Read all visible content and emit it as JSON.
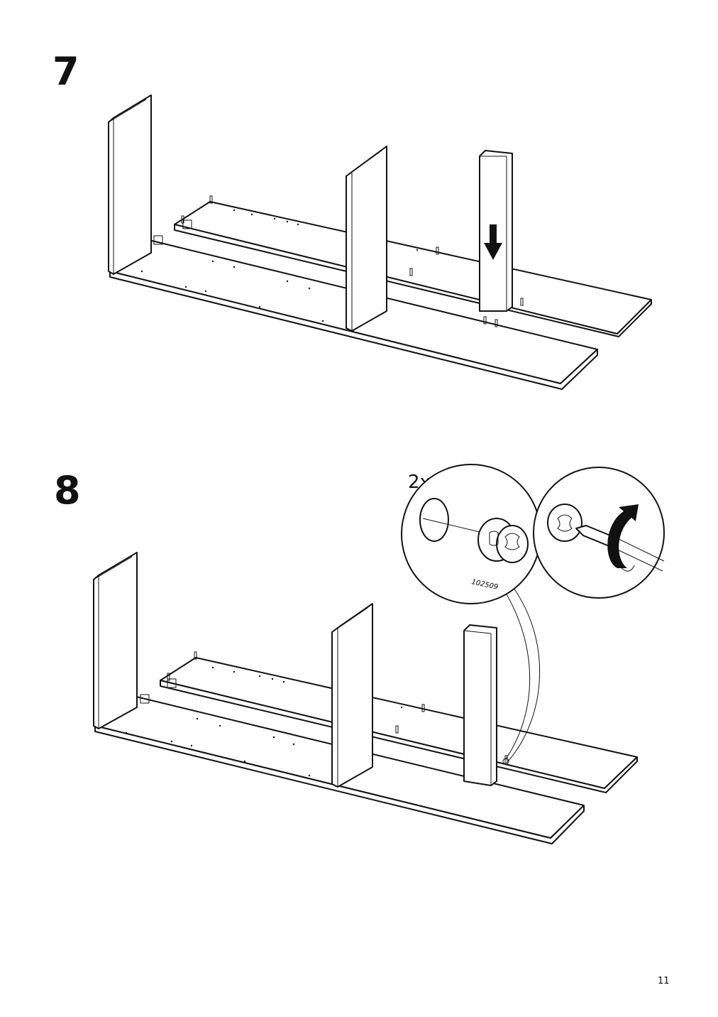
{
  "steps": [
    {
      "number": "7"
    },
    {
      "number": "8",
      "quantity": "2x",
      "part_number": "102509"
    }
  ],
  "page": {
    "number": "11"
  },
  "icons": [
    "down-arrow-icon",
    "rotate-arrow-icon",
    "cam-lock-icon",
    "screwdriver-icon"
  ]
}
